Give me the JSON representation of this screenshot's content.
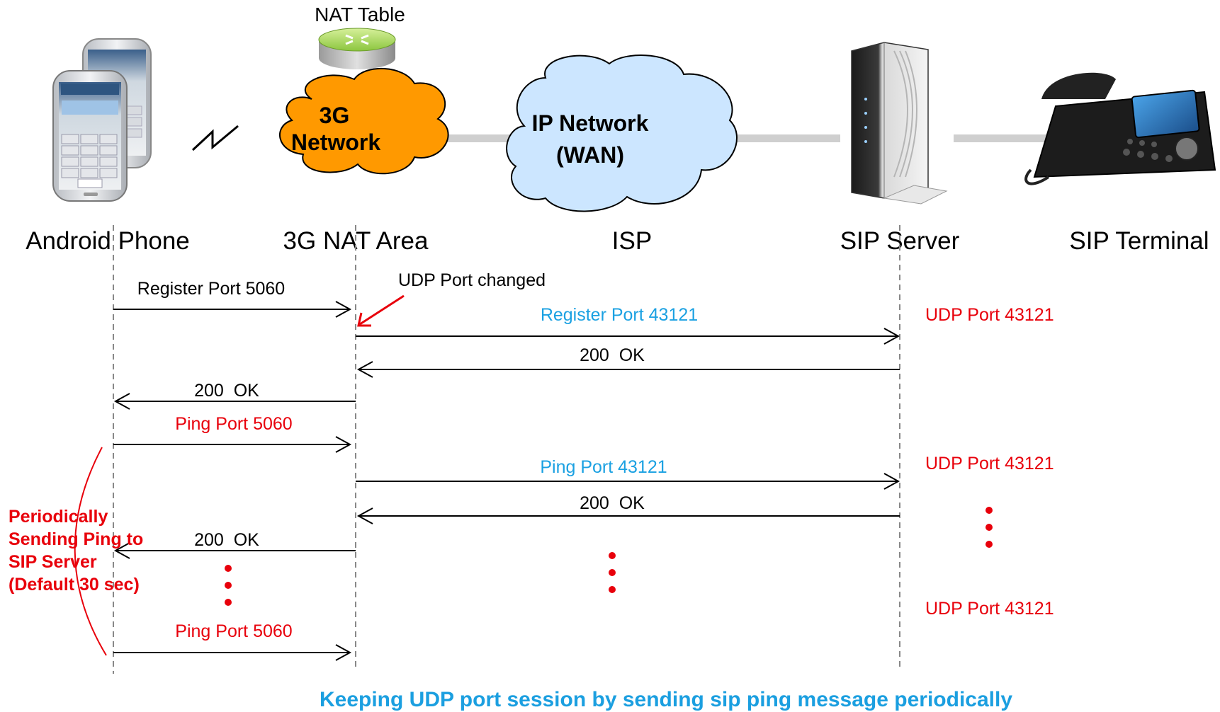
{
  "colors": {
    "black": "#000000",
    "red": "#e8000b",
    "blue": "#1ba1e2",
    "caption": "#1b9fe0",
    "grey_link": "#cfcfcf",
    "nat_cloud": "#ff9900",
    "wan_cloud": "#cce6ff"
  },
  "top": {
    "nat_table_label": "NAT Table",
    "nat_cloud_line1": "3G",
    "nat_cloud_line2": "Network",
    "wan_cloud_line1": "IP Network",
    "wan_cloud_line2": "(WAN)"
  },
  "entities": [
    {
      "label": "Android Phone",
      "icon": "smartphones-icon"
    },
    {
      "label": "3G NAT Area",
      "icon": "router-cloud-icon"
    },
    {
      "label": "ISP",
      "icon": "wan-cloud-icon"
    },
    {
      "label": "SIP Server",
      "icon": "sip-server-device-icon"
    },
    {
      "label": "SIP Terminal",
      "icon": "ip-desk-phone-icon"
    }
  ],
  "messages": [
    {
      "label": "Register Port 5060",
      "color": "#000000"
    },
    {
      "label": "Register Port 43121",
      "color": "#1ba1e2"
    },
    {
      "label": "200  OK",
      "color": "#000000"
    },
    {
      "label": "200  OK",
      "color": "#000000"
    },
    {
      "label": "Ping Port 5060",
      "color": "#e8000b"
    },
    {
      "label": "Ping Port 43121",
      "color": "#1ba1e2"
    },
    {
      "label": "200  OK",
      "color": "#000000"
    },
    {
      "label": "200  OK",
      "color": "#000000"
    },
    {
      "label": "Ping Port 5060",
      "color": "#e8000b"
    }
  ],
  "udp_changed_label": "UDP Port changed",
  "udp_port_labels": [
    "UDP Port 43121",
    "UDP Port 43121",
    "UDP Port 43121"
  ],
  "periodic_note": [
    "Periodically",
    "Sending Ping to",
    "SIP Server",
    "(Default 30 sec)"
  ],
  "caption": "Keeping UDP port session by sending sip ping message periodically"
}
